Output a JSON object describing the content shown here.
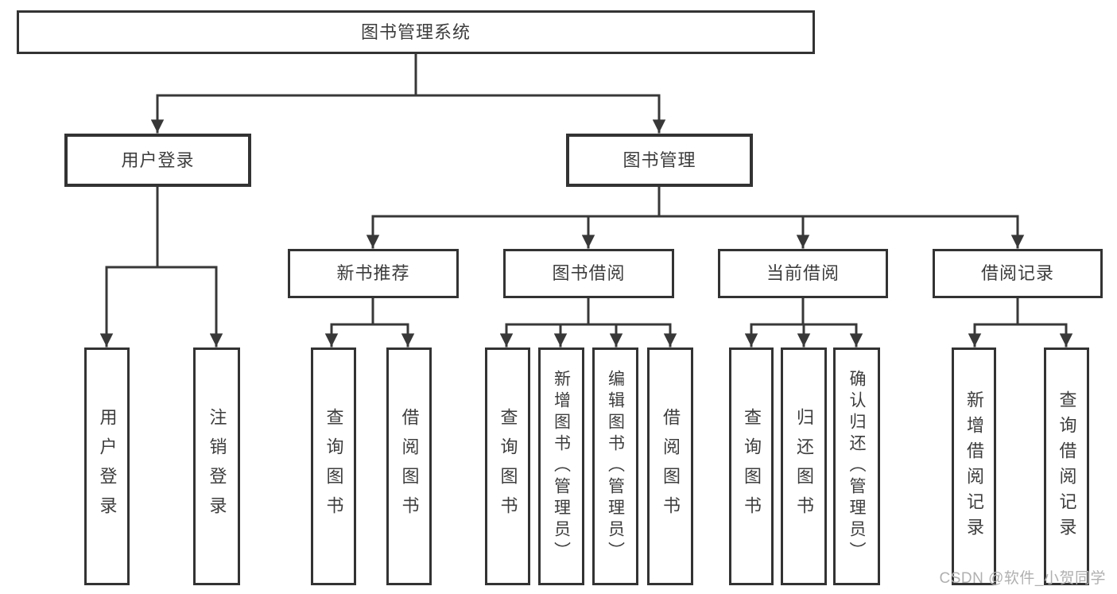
{
  "colors": {
    "line": "#383838",
    "box_border": "#333333",
    "text": "#3d3d3d",
    "watermark_text": "#b0b0b0"
  },
  "watermark": {
    "text": "CSDN @软件_小贺同学"
  },
  "diagram": {
    "type": "tree",
    "root": {
      "label": "图书管理系统",
      "children": [
        {
          "label": "用户登录",
          "children": [
            {
              "label": "用户登录"
            },
            {
              "label": "注销登录"
            }
          ]
        },
        {
          "label": "图书管理",
          "children": [
            {
              "label": "新书推荐",
              "children": [
                {
                  "label": "查询图书"
                },
                {
                  "label": "借阅图书"
                }
              ]
            },
            {
              "label": "图书借阅",
              "children": [
                {
                  "label": "查询图书"
                },
                {
                  "label": "新增图书（管理员）"
                },
                {
                  "label": "编辑图书（管理员）"
                },
                {
                  "label": "借阅图书"
                }
              ]
            },
            {
              "label": "当前借阅",
              "children": [
                {
                  "label": "查询图书"
                },
                {
                  "label": "归还图书"
                },
                {
                  "label": "确认归还（管理员）"
                }
              ]
            },
            {
              "label": "借阅记录",
              "children": [
                {
                  "label": "新增借阅记录"
                },
                {
                  "label": "查询借阅记录"
                }
              ]
            }
          ]
        }
      ]
    }
  }
}
